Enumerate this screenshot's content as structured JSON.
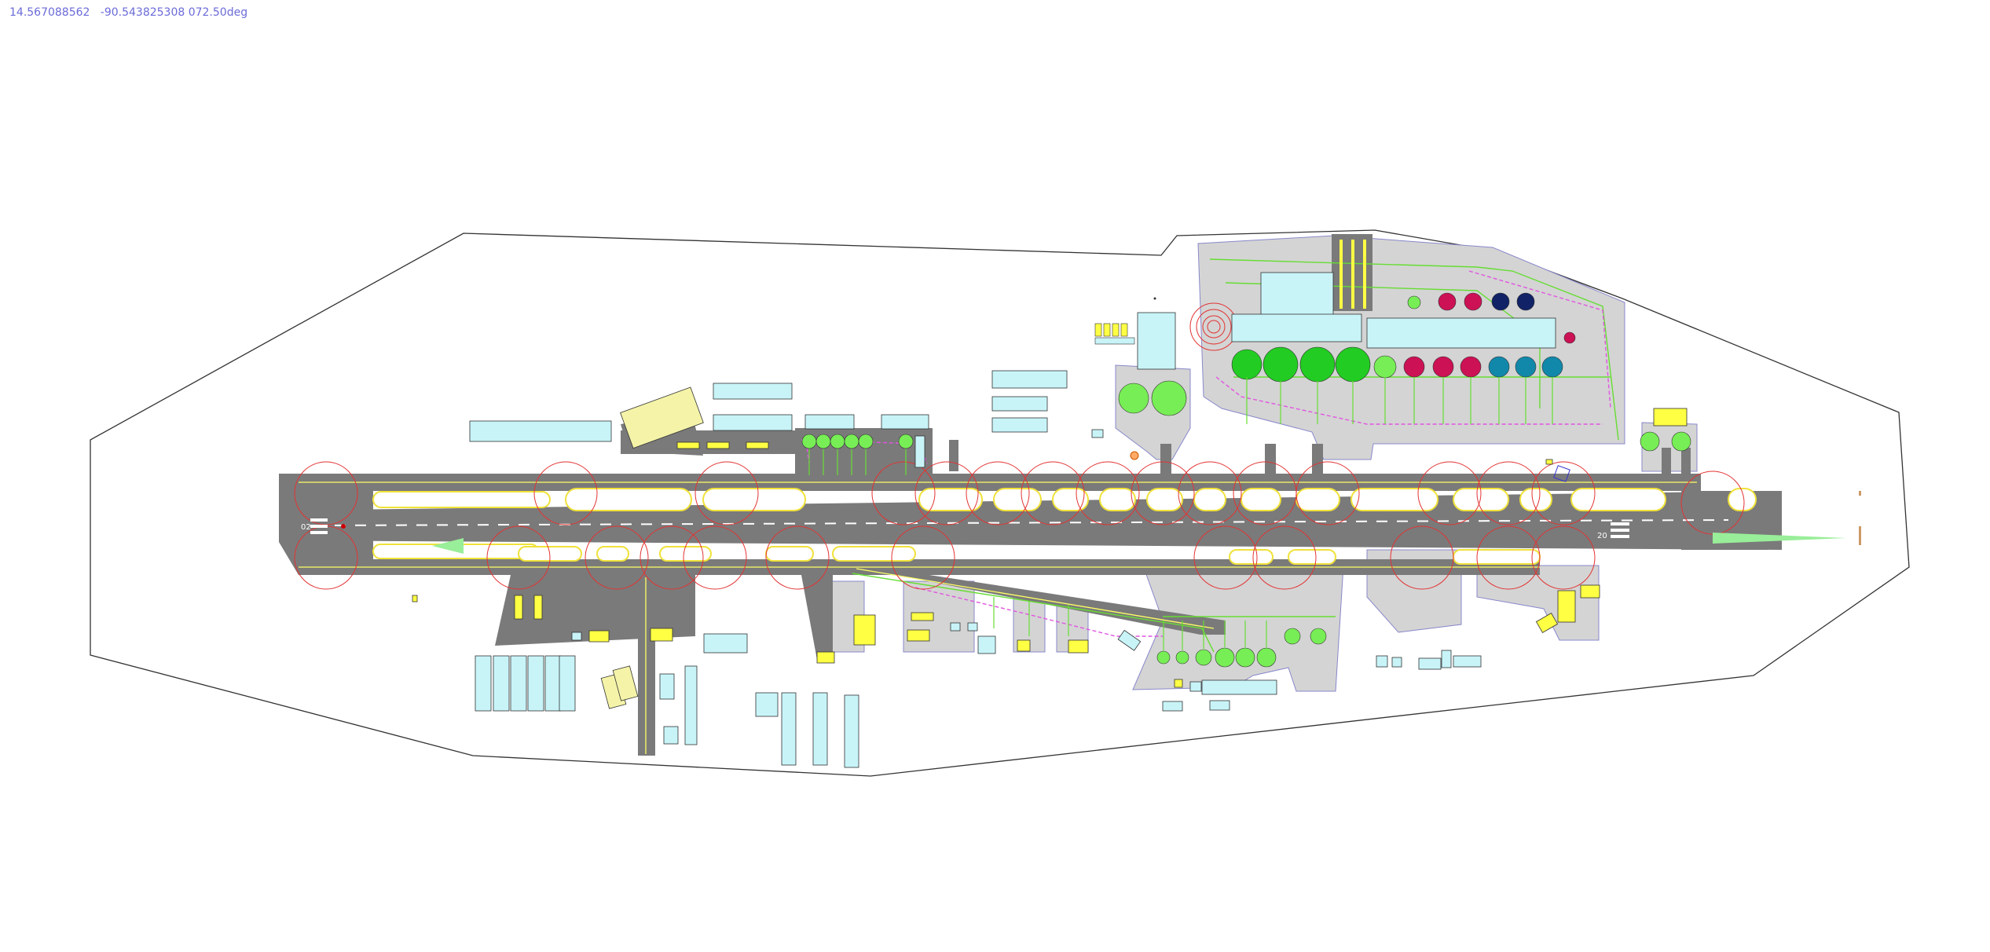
{
  "status": {
    "coordinates": "14.567088562   -90.543825308 072.50deg"
  },
  "colors": {
    "background": "#ffffff",
    "coordinate_text": "#6b6bd9",
    "perimeter": "#333333",
    "pavement": "#7a7a7a",
    "apron": "#d4d4d4",
    "taxi_line": "#ffff66",
    "edge_line": "#66dd33",
    "hold_circle": "#e33333",
    "route_line": "#e055e0",
    "building": "#c8f4f8",
    "vehicle": "#ffff44",
    "gate_light_green": "#77ee55",
    "gate_green": "#22cc22",
    "gate_red": "#cc1155",
    "gate_teal": "#1188aa",
    "gate_navy": "#112266"
  },
  "map": {
    "runway_label_west": "02",
    "runway_label_east": "20"
  }
}
